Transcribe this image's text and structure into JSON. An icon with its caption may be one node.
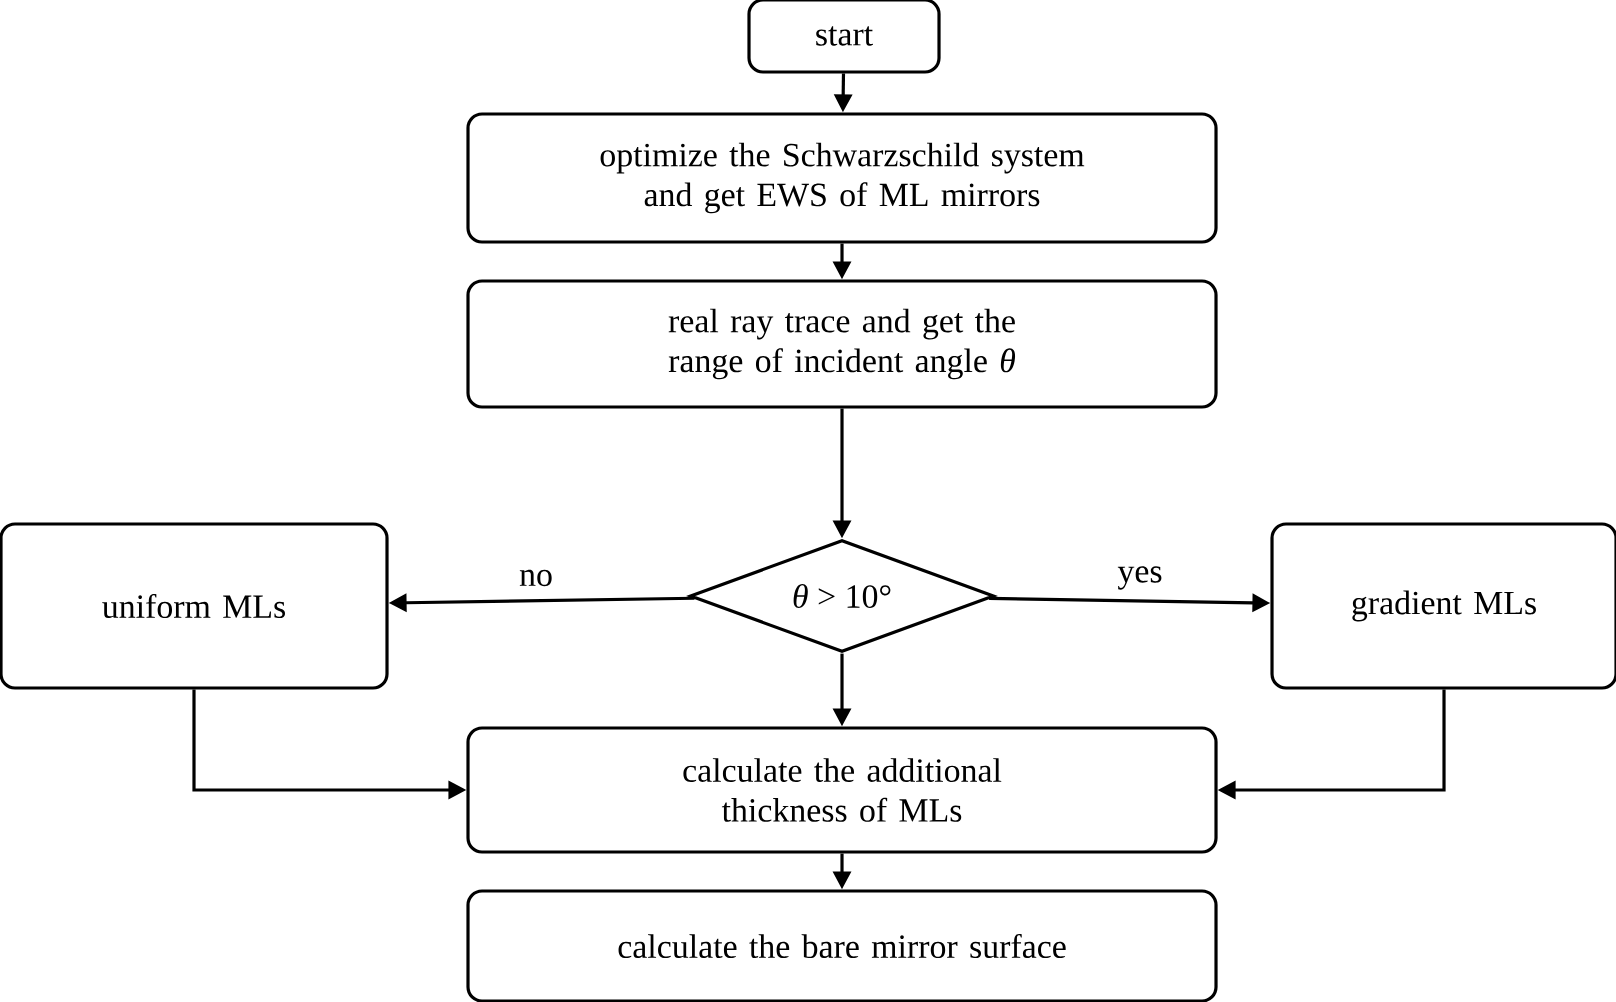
{
  "diagram": {
    "nodes": [
      {
        "text": [
          "start"
        ]
      },
      {
        "text": [
          "optimize the Schwarzschild system and get EWS of ML mirrors"
        ]
      },
      {
        "text": [
          "real ray trace and get the range of incident angle *θ*"
        ]
      },
      {
        "text": [
          "*θ* > 10°"
        ]
      },
      {
        "text": [
          "uniform MLs"
        ]
      },
      {
        "text": [
          "gradient MLs"
        ]
      },
      {
        "text": [
          "calculate the additional thickness of MLs"
        ]
      },
      {
        "text": [
          "calculate the bare mirror surface"
        ]
      }
    ],
    "edges": [
      {
        "from": 0,
        "to": 1,
        "arrow": "to"
      },
      {
        "from": 1,
        "to": 2,
        "arrow": "to"
      },
      {
        "from": 2,
        "to": 3,
        "arrow": "to"
      },
      {
        "from": 3,
        "to": 4,
        "arrow": "to",
        "label": "no"
      },
      {
        "from": 3,
        "to": 5,
        "arrow": "to",
        "label": "yes"
      },
      {
        "from": 3,
        "to": 6,
        "arrow": "to"
      },
      {
        "from": 4,
        "to": 6,
        "arrow": "to"
      },
      {
        "from": 5,
        "to": 6,
        "arrow": "to"
      },
      {
        "from": 6,
        "to": 7,
        "arrow": "to"
      }
    ]
  }
}
